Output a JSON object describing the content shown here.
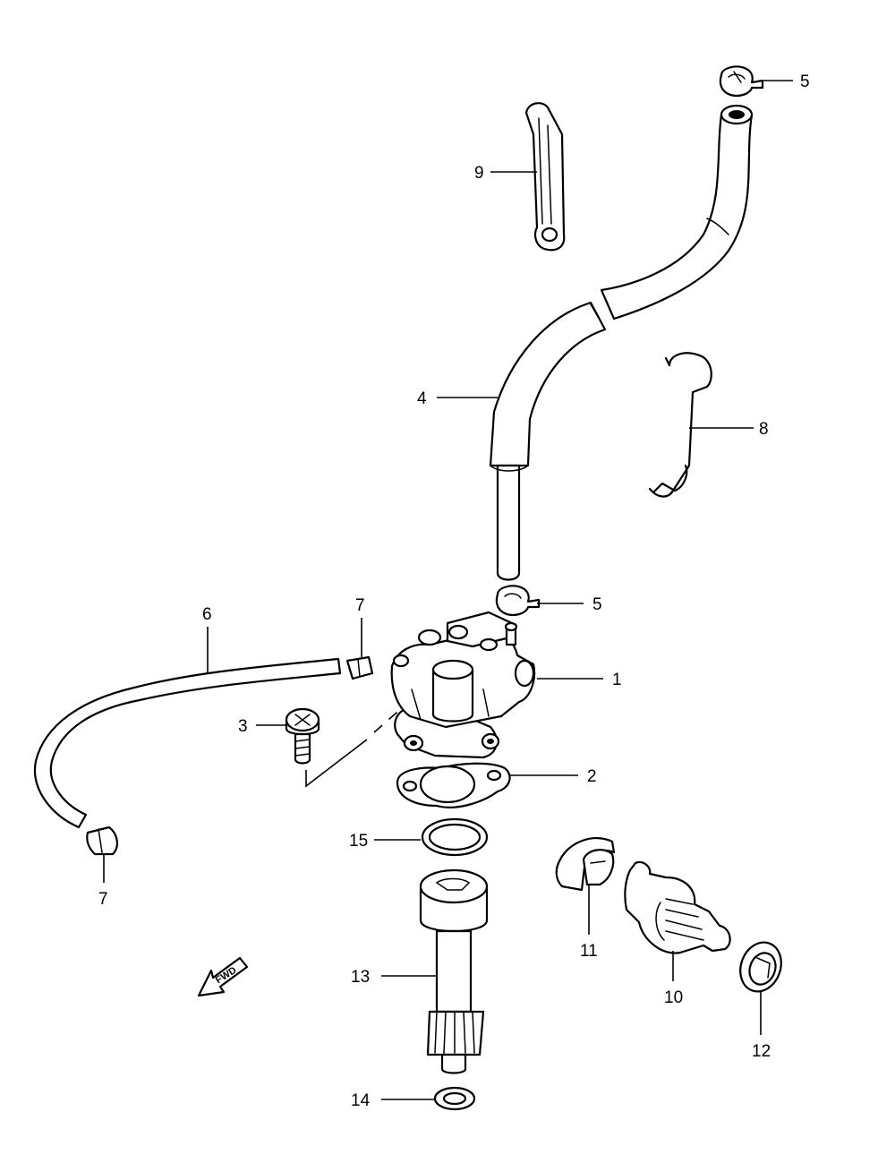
{
  "callouts": {
    "c1": "1",
    "c2": "2",
    "c3": "3",
    "c4": "4",
    "c5_top": "5",
    "c5_mid": "5",
    "c6": "6",
    "c7_top": "7",
    "c7_bottom": "7",
    "c8": "8",
    "c9": "9",
    "c10": "10",
    "c11": "11",
    "c12": "12",
    "c13": "13",
    "c14": "14",
    "c15": "15"
  },
  "fwd_label": "FWD",
  "colors": {
    "line": "#000000",
    "background": "#ffffff"
  }
}
